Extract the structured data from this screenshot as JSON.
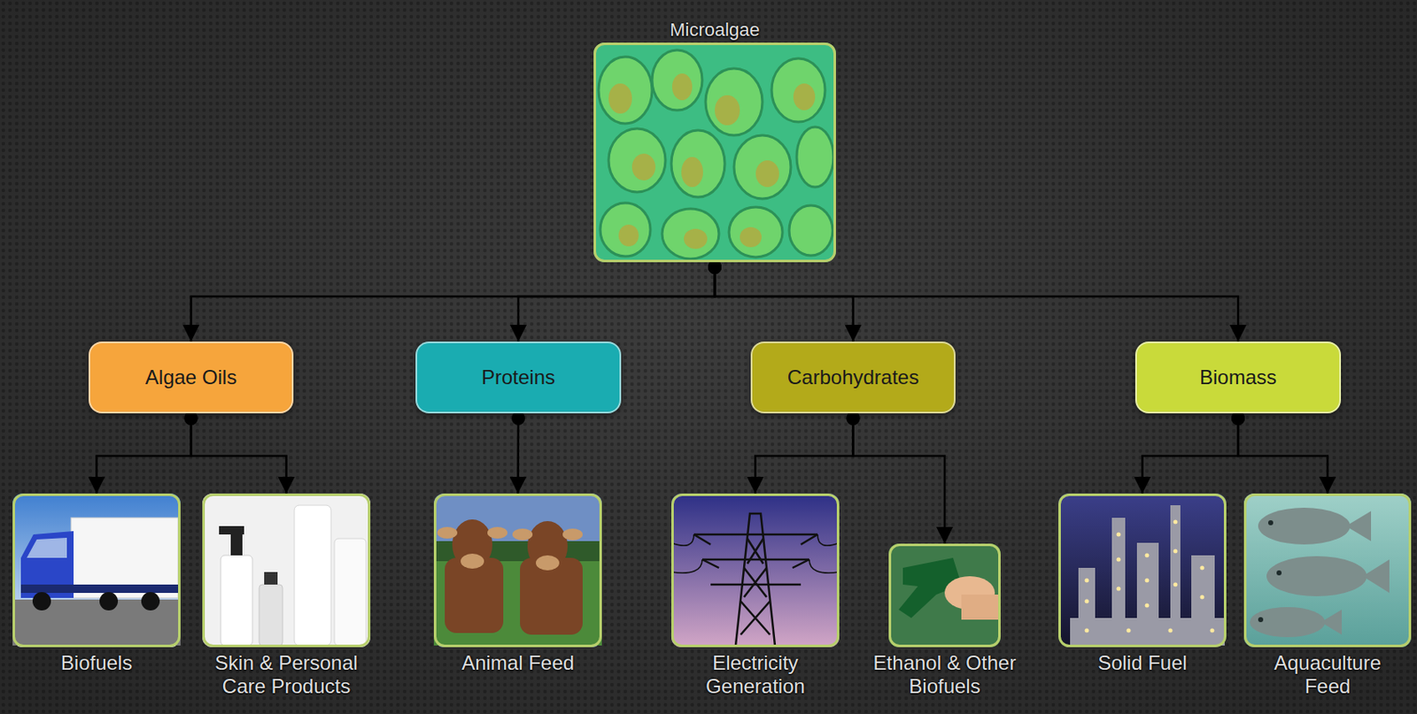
{
  "diagram": {
    "nodes": [
      {
        "text": [
          "Microalgae"
        ]
      },
      {
        "text": [
          "Algae Oils"
        ]
      },
      {
        "text": [
          "Proteins"
        ]
      },
      {
        "text": [
          "Carbohydrates"
        ]
      },
      {
        "text": [
          "Biomass"
        ]
      },
      {
        "text": [
          "Biofuels"
        ]
      },
      {
        "text": [
          "Skin & Personal Care Products"
        ]
      },
      {
        "text": [
          "Animal Feed"
        ]
      },
      {
        "text": [
          "Electricity Generation"
        ]
      },
      {
        "text": [
          "Ethanol & Other Biofuels"
        ]
      },
      {
        "text": [
          "Solid Fuel"
        ]
      },
      {
        "text": [
          "Aquaculture Feed"
        ]
      }
    ],
    "edges": [
      {
        "from": 0,
        "to": 1,
        "arrow": "to"
      },
      {
        "from": 0,
        "to": 2,
        "arrow": "to"
      },
      {
        "from": 0,
        "to": 3,
        "arrow": "to"
      },
      {
        "from": 0,
        "to": 4,
        "arrow": "to"
      },
      {
        "from": 1,
        "to": 5,
        "arrow": "to"
      },
      {
        "from": 1,
        "to": 6,
        "arrow": "to"
      },
      {
        "from": 2,
        "to": 7,
        "arrow": "to"
      },
      {
        "from": 3,
        "to": 8,
        "arrow": "to"
      },
      {
        "from": 3,
        "to": 9,
        "arrow": "to"
      },
      {
        "from": 4,
        "to": 10,
        "arrow": "to"
      },
      {
        "from": 4,
        "to": 11,
        "arrow": "to"
      }
    ]
  }
}
